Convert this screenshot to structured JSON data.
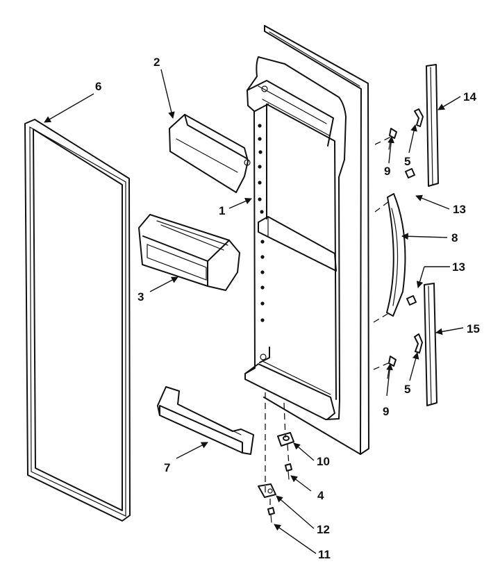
{
  "callouts": [
    {
      "id": "1",
      "text": "1"
    },
    {
      "id": "2",
      "text": "2"
    },
    {
      "id": "3",
      "text": "3"
    },
    {
      "id": "4",
      "text": "4"
    },
    {
      "id": "5a",
      "text": "5"
    },
    {
      "id": "5b",
      "text": "5"
    },
    {
      "id": "6",
      "text": "6"
    },
    {
      "id": "7",
      "text": "7"
    },
    {
      "id": "8",
      "text": "8"
    },
    {
      "id": "9a",
      "text": "9"
    },
    {
      "id": "9b",
      "text": "9"
    },
    {
      "id": "10",
      "text": "10"
    },
    {
      "id": "11",
      "text": "11"
    },
    {
      "id": "12",
      "text": "12"
    },
    {
      "id": "13a",
      "text": "13"
    },
    {
      "id": "13b",
      "text": "13"
    },
    {
      "id": "14",
      "text": "14"
    },
    {
      "id": "15",
      "text": "15"
    }
  ]
}
